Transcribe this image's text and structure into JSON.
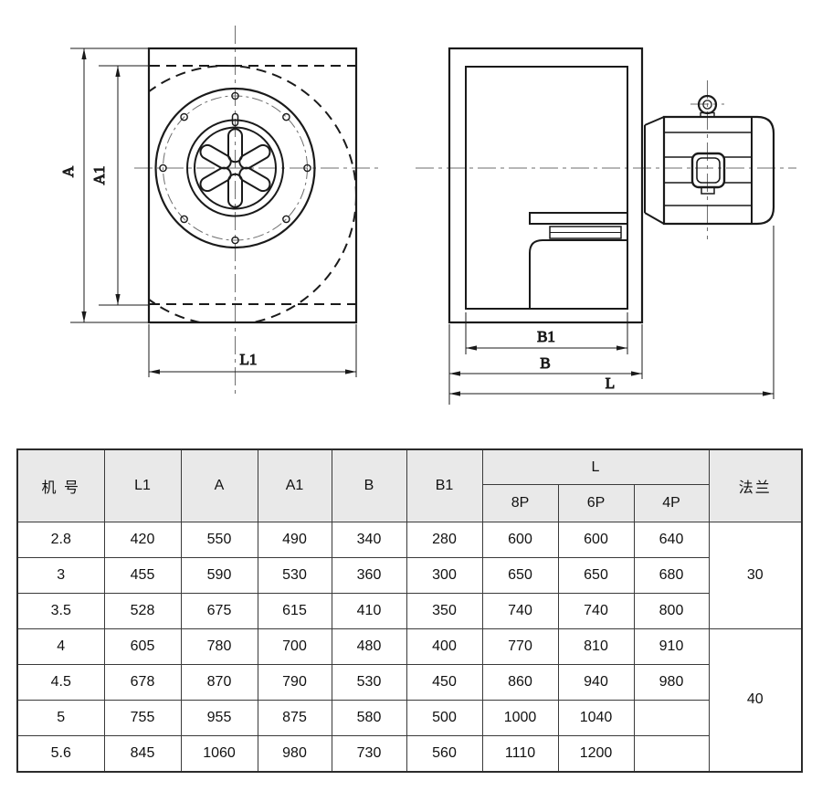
{
  "drawing": {
    "front_view": {
      "dim_a": "A",
      "dim_a1": "A1",
      "dim_l1": "L1"
    },
    "side_view": {
      "dim_b1": "B1",
      "dim_b": "B",
      "dim_l": "L"
    }
  },
  "table": {
    "header": {
      "machine": "机 号",
      "l1": "L1",
      "a": "A",
      "a1": "A1",
      "b": "B",
      "b1": "B1",
      "l_group": "L",
      "p8": "8P",
      "p6": "6P",
      "p4": "4P",
      "flange": "法兰"
    },
    "rows": [
      {
        "cells": [
          "2.8",
          "420",
          "550",
          "490",
          "340",
          "280",
          "600",
          "600",
          "640"
        ]
      },
      {
        "cells": [
          "3",
          "455",
          "590",
          "530",
          "360",
          "300",
          "650",
          "650",
          "680"
        ]
      },
      {
        "cells": [
          "3.5",
          "528",
          "675",
          "615",
          "410",
          "350",
          "740",
          "740",
          "800"
        ]
      },
      {
        "cells": [
          "4",
          "605",
          "780",
          "700",
          "480",
          "400",
          "770",
          "810",
          "910"
        ]
      },
      {
        "cells": [
          "4.5",
          "678",
          "870",
          "790",
          "530",
          "450",
          "860",
          "940",
          "980"
        ]
      },
      {
        "cells": [
          "5",
          "755",
          "955",
          "875",
          "580",
          "500",
          "1000",
          "1040",
          ""
        ]
      },
      {
        "cells": [
          "5.6",
          "845",
          "1060",
          "980",
          "730",
          "560",
          "1110",
          "1200",
          ""
        ]
      }
    ],
    "flange_values": [
      {
        "value": "30"
      },
      {
        "value": "40"
      }
    ]
  },
  "colors": {
    "line": "#1a1a1a",
    "centerline": "#6e6e6e",
    "table_header_bg": "#e9e9e9",
    "table_border": "#3a3a3a"
  }
}
